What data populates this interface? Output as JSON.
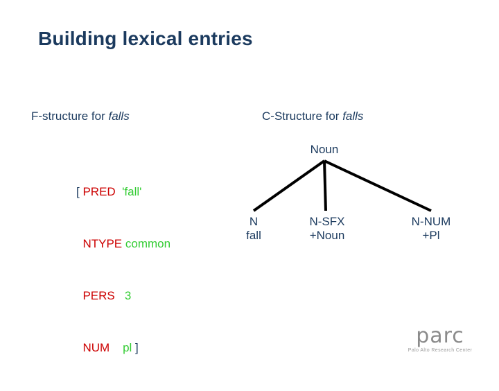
{
  "slide": {
    "title": "Building lexical entries",
    "fstructure_heading": {
      "prefix": "F-structure for ",
      "italic": "falls"
    },
    "cstructure_heading": {
      "prefix": "C-Structure for ",
      "italic": "falls"
    },
    "fstructure": {
      "open_bracket": "[",
      "close_bracket": "]",
      "rows": [
        {
          "attribute": "PRED",
          "value": "'fall'"
        },
        {
          "attribute": "NTYPE",
          "value": "common"
        },
        {
          "attribute": "PERS",
          "value": "3"
        },
        {
          "attribute": "NUM",
          "value": "pl"
        }
      ]
    },
    "tree": {
      "root": "Noun",
      "leaves": [
        {
          "label": "N",
          "sublabel": "fall"
        },
        {
          "label": "N-SFX",
          "sublabel": "+Noun"
        },
        {
          "label": "N-NUM",
          "sublabel": "+Pl"
        }
      ]
    },
    "logo": {
      "word": "parc",
      "tagline": "Palo Alto Research Center"
    },
    "colors": {
      "title": "#1b3a5e",
      "attribute": "#cc0000",
      "value": "#33cc33",
      "logo": "#8b8b8b"
    }
  }
}
